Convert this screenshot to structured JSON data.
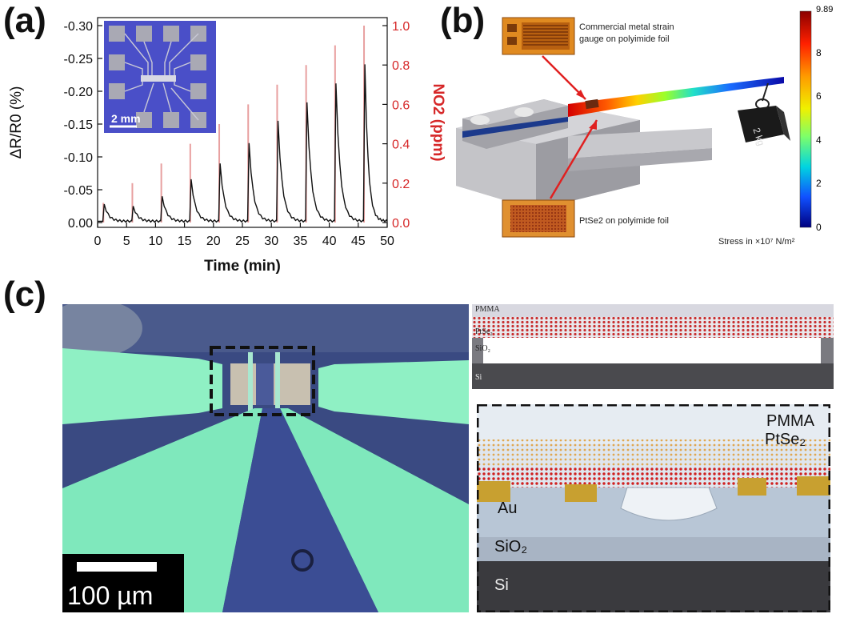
{
  "panels": {
    "a": "(a)",
    "b": "(b)",
    "c": "(c)"
  },
  "chart_data": {
    "type": "line",
    "xlabel": "Time (min)",
    "ylabel_left": "ΔR/R0 (%)",
    "ylabel_right": "NO2 (ppm)",
    "xlim": [
      0,
      50
    ],
    "ylim_left": [
      0.0,
      -0.3
    ],
    "ylim_right": [
      0.0,
      1.0
    ],
    "x_ticks": [
      0,
      5,
      10,
      15,
      20,
      25,
      30,
      35,
      40,
      45,
      50
    ],
    "y_left_ticks": [
      "0.00",
      "-0.05",
      "-0.10",
      "-0.15",
      "-0.20",
      "-0.25",
      "-0.30"
    ],
    "y_right_ticks": [
      "0.0",
      "0.2",
      "0.4",
      "0.6",
      "0.8",
      "1.0"
    ],
    "series": [
      {
        "axis": "left",
        "color": "#111111",
        "peaks": [
          {
            "x": 1.0,
            "y": -0.028
          },
          {
            "x": 6.0,
            "y": -0.025
          },
          {
            "x": 11.0,
            "y": -0.04
          },
          {
            "x": 16.0,
            "y": -0.066
          },
          {
            "x": 21.0,
            "y": -0.09
          },
          {
            "x": 26.0,
            "y": -0.121
          },
          {
            "x": 31.0,
            "y": -0.155
          },
          {
            "x": 36.0,
            "y": -0.183
          },
          {
            "x": 41.0,
            "y": -0.212
          },
          {
            "x": 46.0,
            "y": -0.241
          }
        ]
      },
      {
        "axis": "right",
        "color": "#e8a0a0",
        "pulses": [
          {
            "x": 1.0,
            "y": 0.1
          },
          {
            "x": 6.0,
            "y": 0.2
          },
          {
            "x": 11.0,
            "y": 0.3
          },
          {
            "x": 16.0,
            "y": 0.4
          },
          {
            "x": 21.0,
            "y": 0.5
          },
          {
            "x": 26.0,
            "y": 0.6
          },
          {
            "x": 31.0,
            "y": 0.7
          },
          {
            "x": 36.0,
            "y": 0.8
          },
          {
            "x": 41.0,
            "y": 0.9
          },
          {
            "x": 46.0,
            "y": 1.0
          }
        ]
      }
    ],
    "inset_scale_label": "2 mm"
  },
  "panel_b": {
    "label_gauge": "Commercial metal strain gauge on polyimide foil",
    "label_gauge_l1": "Commercial metal strain",
    "label_gauge_l2": "gauge on polyimide foil",
    "label_ptse2": "PtSe2 on polyimide foil",
    "weight": "2 kg",
    "colorbar_max": "9.89",
    "colorbar_ticks": [
      "8",
      "6",
      "4",
      "2",
      "0"
    ],
    "colorbar_label": "Stress in ×10⁷ N/m²"
  },
  "panel_c": {
    "scale_bar": "100 µm",
    "top_layers": [
      "PMMA",
      "PtSe₂",
      "SiO₂",
      "Si"
    ],
    "bottom_layers": {
      "pmma": "PMMA",
      "ptse2": "PtSe₂",
      "au": "Au",
      "sio2": "SiO₂",
      "si": "Si"
    }
  }
}
